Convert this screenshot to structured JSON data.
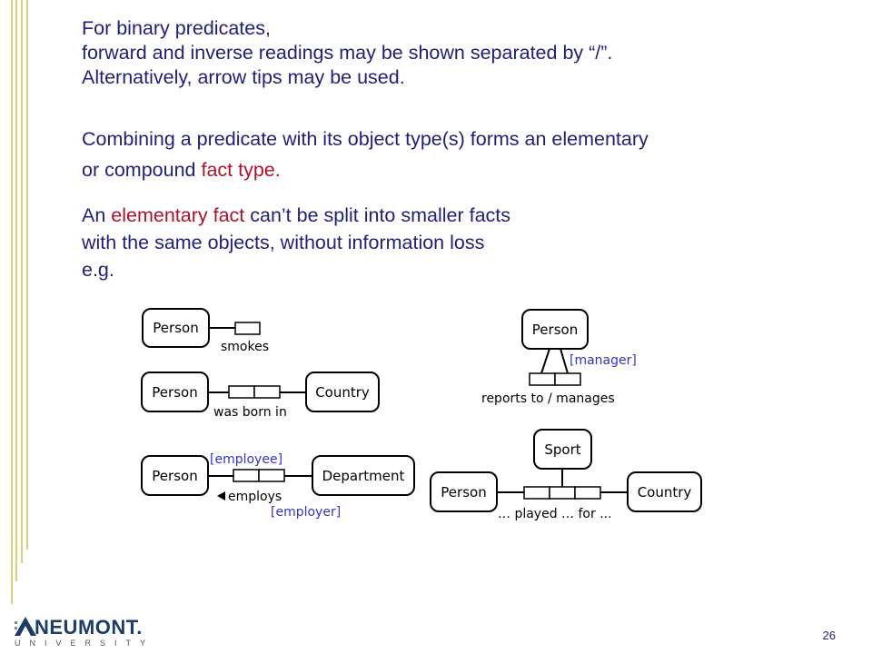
{
  "text": {
    "line1": "For binary predicates,",
    "line2": "forward and inverse readings may be shown separated by “/”.",
    "line3": "Alternatively, arrow tips may be used.",
    "para2_a": "Combining a predicate with its object type(s) forms an elementary",
    "para2_b": "or compound ",
    "para2_red": "fact type.",
    "para3_a": "An ",
    "para3_red": "elementary fact",
    "para3_b": " can’t be split into smaller facts",
    "para3_line2": "with the same objects, without information loss",
    "para3_line3": "e.g."
  },
  "diagram": {
    "smokes": {
      "entity": "Person",
      "reading": "smokes"
    },
    "born": {
      "entity1": "Person",
      "entity2": "Country",
      "reading": "was born in"
    },
    "employs": {
      "entity1": "Person",
      "entity2": "Department",
      "role1": "[employee]",
      "reading": "employs",
      "role2": "[employer]"
    },
    "reports": {
      "entity": "Person",
      "role": "[manager]",
      "reading": "reports to / manages"
    },
    "played": {
      "entity_top": "Sport",
      "entity1": "Person",
      "entity2": "Country",
      "reading": "… played … for ..."
    }
  },
  "footer": {
    "logo_name": "NEUMONT.",
    "logo_sub": "UNIVERSITY",
    "page_number": "26"
  },
  "colors": {
    "text": "#1f1f7a",
    "highlight": "#b0102a",
    "role_name": "#3333cc",
    "accent_lines": "#d8cf7a"
  }
}
